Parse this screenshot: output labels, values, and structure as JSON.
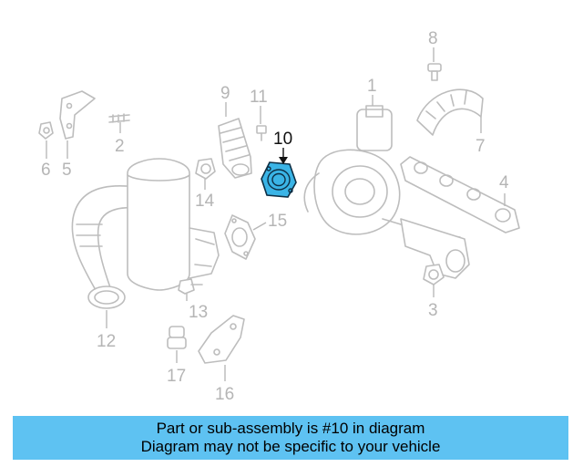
{
  "callouts": [
    "1",
    "2",
    "3",
    "4",
    "5",
    "6",
    "7",
    "8",
    "9",
    "10",
    "11",
    "12",
    "13",
    "14",
    "15",
    "16",
    "17"
  ],
  "highlighted_callout": "10",
  "colors": {
    "banner": "#5ec2f2",
    "highlight_fill": "#3ab4e6",
    "part_stroke": "#bdbdbd"
  },
  "banner": {
    "line1": "Part or sub-assembly is #10 in diagram",
    "line2": "Diagram may not be specific to your vehicle"
  }
}
